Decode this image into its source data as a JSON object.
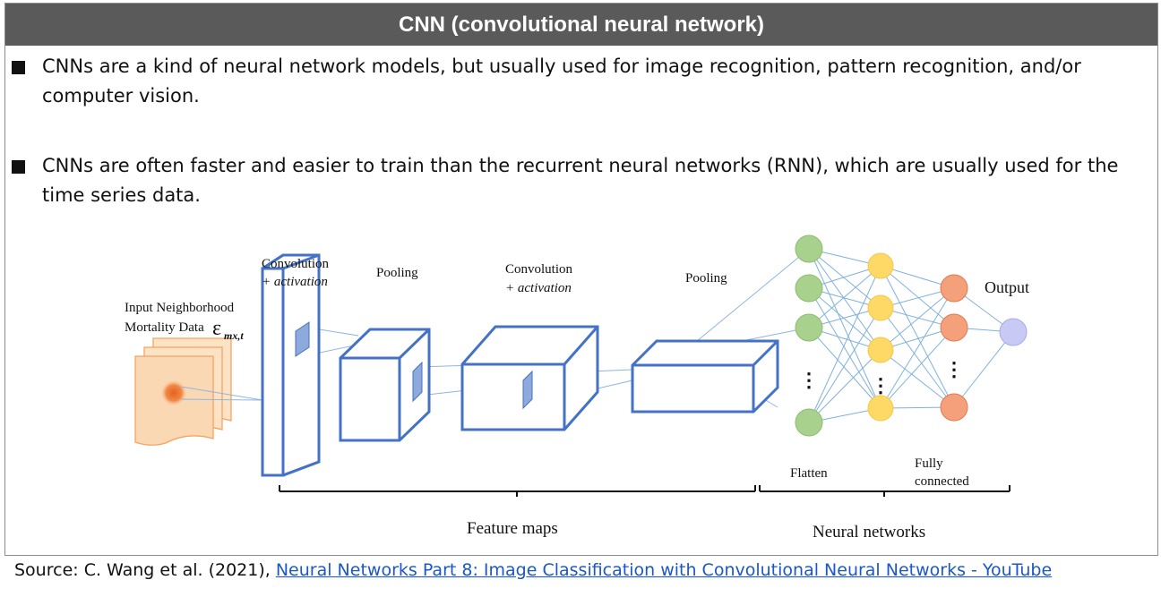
{
  "slide": {
    "title": "CNN (convolutional neural network)",
    "bullets": [
      "CNNs are a kind of neural network models, but usually used for image recognition, pattern recognition, and/or computer vision.",
      "CNNs are often faster and easier to train than the recurrent neural networks (RNN), which are usually used for the time series data."
    ]
  },
  "diagram": {
    "input_label_line1": "Input Neighborhood",
    "input_label_line2": "Mortality Data",
    "input_symbol": "ε",
    "input_symbol_subscript": "mx,t",
    "conv1_label": "Convolution",
    "conv1_activation": "+ activation",
    "pool1_label": "Pooling",
    "conv2_label": "Convolution",
    "conv2_activation": "+ activation",
    "pool2_label": "Pooling",
    "output_label": "Output",
    "flatten_label": "Flatten",
    "fully_label_line1": "Fully",
    "fully_label_line2": "connected",
    "feature_maps_label": "Feature maps",
    "neural_networks_label": "Neural networks",
    "ellipsis": "⋮",
    "colors": {
      "box_stroke": "#4472c4",
      "connector": "#8eb4e3",
      "flatten_node": "#a9d18e",
      "hidden_node": "#ffd966",
      "fc_node": "#f4a07a",
      "output_node": "#c9c9f5",
      "input_fill": "#fbd8b4",
      "input_stroke": "#f4a460",
      "hotspot": "#e8601c"
    }
  },
  "source": {
    "prefix": "Source:  C. Wang et al. (2021), ",
    "link_text": "Neural Networks Part 8: Image Classification with Convolutional Neural Networks - YouTube"
  }
}
